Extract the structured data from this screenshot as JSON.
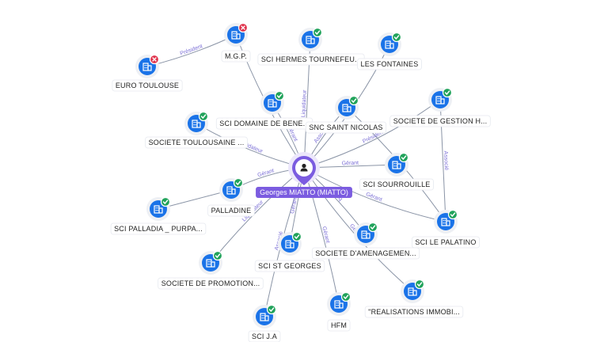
{
  "center": {
    "name": "Georges MIATTO (MIATTO)",
    "icon": "person-icon"
  },
  "colors": {
    "accent": "#7b5ce0",
    "node_blue": "#1a73e8",
    "status_ok": "#21a35b",
    "status_closed": "#e0334c",
    "edge": "#8a94a6"
  },
  "nodes": [
    {
      "id": "mgp",
      "label": "M.G.P.",
      "status": "closed"
    },
    {
      "id": "euro",
      "label": "EURO TOULOUSE",
      "status": "closed"
    },
    {
      "id": "hermes",
      "label": "SCI HERMES TOURNEFEU...",
      "status": "active"
    },
    {
      "id": "fontaines",
      "label": "LES FONTAINES",
      "status": "active"
    },
    {
      "id": "domaine",
      "label": "SCI DOMAINE DE BENE...",
      "status": "active"
    },
    {
      "id": "snc",
      "label": "SNC SAINT NICOLAS",
      "status": "active"
    },
    {
      "id": "gestion",
      "label": "SOCIETE DE GESTION H...",
      "status": "active"
    },
    {
      "id": "toulousaine",
      "label": "SOCIETE TOULOUSAINE ...",
      "status": "active"
    },
    {
      "id": "sourrouille",
      "label": "SCI SOURROUILLE",
      "status": "active"
    },
    {
      "id": "palladine",
      "label": "PALLADINE",
      "status": "active"
    },
    {
      "id": "palladia",
      "label": "SCI PALLADIA _ PURPA...",
      "status": "active"
    },
    {
      "id": "palatino",
      "label": "SCI LE PALATINO",
      "status": "active"
    },
    {
      "id": "amenagement",
      "label": "SOCIETE D'AMENAGEMEN...",
      "status": "active"
    },
    {
      "id": "stgeorges",
      "label": "SCI ST GEORGES",
      "status": "active"
    },
    {
      "id": "promotion",
      "label": "SOCIETE DE PROMOTION...",
      "status": "active"
    },
    {
      "id": "realisations",
      "label": "\"REALISATIONS IMMOBI...",
      "status": "active"
    },
    {
      "id": "hfm",
      "label": "HFM",
      "status": "active"
    },
    {
      "id": "scija",
      "label": "SCI J.A",
      "status": "active"
    }
  ],
  "edges": [
    {
      "from": "euro",
      "to": "mgp",
      "label": "Président"
    },
    {
      "from": "center",
      "to": "mgp",
      "label": ""
    },
    {
      "from": "center",
      "to": "hermes",
      "label": "Liquidateur"
    },
    {
      "from": "center",
      "to": "fontaines",
      "label": ""
    },
    {
      "from": "center",
      "to": "domaine",
      "label": "Gérant"
    },
    {
      "from": "center",
      "to": "snc",
      "label": "Associé"
    },
    {
      "from": "center",
      "to": "gestion",
      "label": "Président"
    },
    {
      "from": "center",
      "to": "toulousaine",
      "label": "Liquidateur"
    },
    {
      "from": "center",
      "to": "sourrouille",
      "label": "Gérant"
    },
    {
      "from": "center",
      "to": "palladine",
      "label": "Gérant"
    },
    {
      "from": "palladine",
      "to": "palladia",
      "label": ""
    },
    {
      "from": "center",
      "to": "palatino",
      "label": "Gérant"
    },
    {
      "from": "gestion",
      "to": "palatino",
      "label": "Associé"
    },
    {
      "from": "snc",
      "to": "palatino",
      "label": ""
    },
    {
      "from": "center",
      "to": "amenagement",
      "label": "Liq"
    },
    {
      "from": "center",
      "to": "stgeorges",
      "label": "Gérant"
    },
    {
      "from": "center",
      "to": "promotion",
      "label": "Liquidateur"
    },
    {
      "from": "center",
      "to": "realisations",
      "label": "Gérant"
    },
    {
      "from": "center",
      "to": "hfm",
      "label": "Gérant"
    },
    {
      "from": "center",
      "to": "scija",
      "label": "Associé"
    }
  ]
}
